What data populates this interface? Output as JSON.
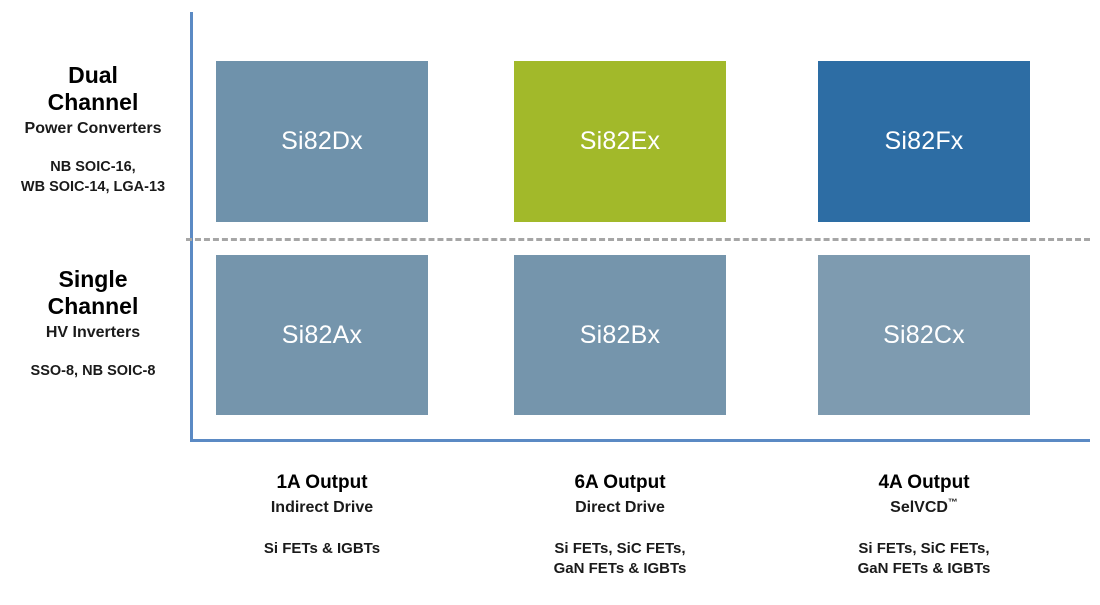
{
  "chart_data": {
    "type": "table",
    "title": "",
    "xlabel": "",
    "ylabel": "",
    "grid": false,
    "legend": "none",
    "row_categories": [
      "Dual Channel",
      "Single Channel"
    ],
    "col_categories": [
      "1A Output",
      "6A Output",
      "4A Output"
    ],
    "cells": [
      {
        "row": "Dual Channel",
        "col": "1A Output",
        "label": "Si82Dx",
        "color": "#6f92ab"
      },
      {
        "row": "Dual Channel",
        "col": "6A Output",
        "label": "Si82Ex",
        "color": "#a2b92a"
      },
      {
        "row": "Dual Channel",
        "col": "4A Output",
        "label": "Si82Fx",
        "color": "#2d6da4"
      },
      {
        "row": "Single Channel",
        "col": "1A Output",
        "label": "Si82Ax",
        "color": "#7595ac"
      },
      {
        "row": "Single Channel",
        "col": "6A Output",
        "label": "Si82Bx",
        "color": "#7595ac"
      },
      {
        "row": "Single Channel",
        "col": "4A Output",
        "label": "Si82Cx",
        "color": "#7e9bb0"
      }
    ]
  },
  "axis": {
    "color": "#5b8ac4",
    "divider_color": "#a6a6a6"
  },
  "rows": [
    {
      "title": "Dual\nChannel",
      "subtitle": "Power Converters",
      "packages": "NB SOIC-16,\nWB SOIC-14, LGA-13"
    },
    {
      "title": "Single\nChannel",
      "subtitle": "HV Inverters",
      "packages": "SSO-8, NB SOIC-8"
    }
  ],
  "columns": [
    {
      "title": "1A Output",
      "subtitle": "Indirect Drive",
      "subtitle_tm": "",
      "technologies": "Si FETs & IGBTs"
    },
    {
      "title": "6A Output",
      "subtitle": "Direct Drive",
      "subtitle_tm": "",
      "technologies": "Si FETs, SiC FETs,\nGaN FETs & IGBTs"
    },
    {
      "title": "4A Output",
      "subtitle": "SelVCD",
      "subtitle_tm": "™",
      "technologies": "Si FETs, SiC FETs,\nGaN FETs & IGBTs"
    }
  ],
  "boxes": {
    "dual_1a": "Si82Dx",
    "dual_6a": "Si82Ex",
    "dual_4a": "Si82Fx",
    "single_1a": "Si82Ax",
    "single_6a": "Si82Bx",
    "single_4a": "Si82Cx"
  }
}
